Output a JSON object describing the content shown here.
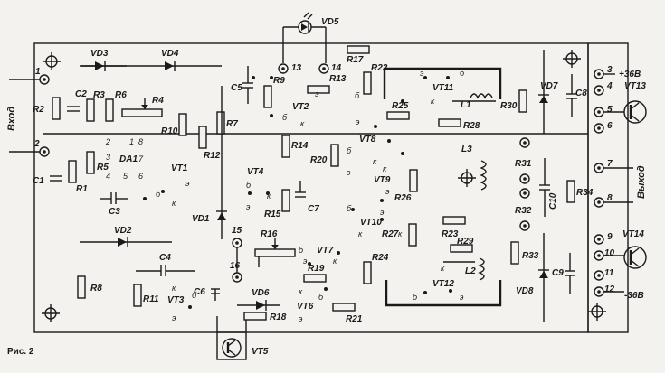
{
  "caption": "Рис. 2",
  "labels": {
    "input": "Вход",
    "output": "Выход",
    "plus36": "+36В",
    "minus36": "-36В"
  },
  "pins": [
    "1",
    "2",
    "3",
    "4",
    "5",
    "6",
    "7",
    "8",
    "9",
    "10",
    "11",
    "12",
    "13",
    "14",
    "15",
    "16"
  ],
  "components": {
    "vd": [
      "VD1",
      "VD2",
      "VD3",
      "VD4",
      "VD5",
      "VD6",
      "VD7",
      "VD8"
    ],
    "vt": [
      "VT1",
      "VT2",
      "VT3",
      "VT4",
      "VT5",
      "VT6",
      "VT7",
      "VT8",
      "VT9",
      "VT10",
      "VT11",
      "VT12",
      "VT13",
      "VT14"
    ],
    "r": [
      "R1",
      "R2",
      "R3",
      "R4",
      "R5",
      "R6",
      "R7",
      "R8",
      "R9",
      "R10",
      "R11",
      "R12",
      "R13",
      "R14",
      "R15",
      "R16",
      "R17",
      "R18",
      "R19",
      "R20",
      "R21",
      "R22",
      "R23",
      "R24",
      "R25",
      "R26",
      "R27",
      "R28",
      "R29",
      "R30",
      "R31",
      "R32",
      "R33",
      "R34"
    ],
    "c": [
      "C1",
      "C2",
      "C3",
      "C4",
      "C5",
      "C6",
      "C7",
      "C8",
      "C9",
      "C10"
    ],
    "l": [
      "L1",
      "L2",
      "L3"
    ],
    "ic": "DA1"
  },
  "transistor_pins": {
    "k": "к",
    "b": "б",
    "e": "э"
  },
  "da1_pins": [
    "1",
    "2",
    "3",
    "4",
    "5",
    "6",
    "7",
    "8"
  ]
}
